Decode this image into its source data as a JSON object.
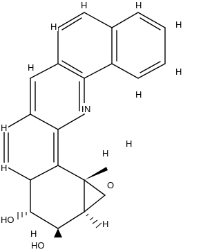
{
  "atoms": {
    "h1": "H",
    "h2": "H",
    "h3": "H",
    "h4": "H",
    "h5": "H",
    "h6": "H",
    "h7": "H",
    "h8": "H",
    "h9": "H",
    "h10": "H",
    "h11": "H",
    "h12": "H",
    "nitrogen": "N",
    "stereo_h_right": "H",
    "oxygen_epoxide": "O",
    "stereo_h_bottom": "H",
    "hydroxyl_left": "HO",
    "hydroxyl_bottom": "HO"
  }
}
